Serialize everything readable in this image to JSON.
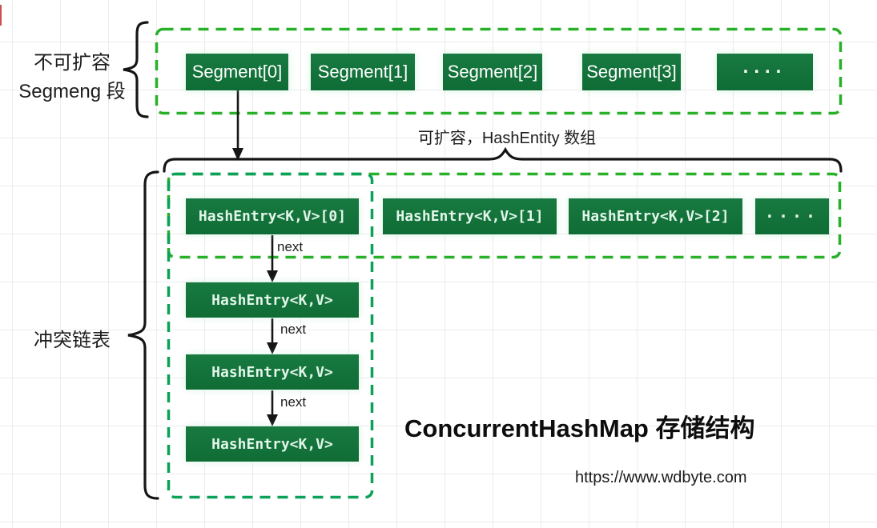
{
  "title": {
    "heading": "ConcurrentHashMap 存储结构",
    "url": "https://www.wdbyte.com"
  },
  "labels": {
    "segment_section_line1": "不可扩容",
    "segment_section_line2": "Segmeng 段",
    "hashentry_caption": "可扩容，HashEntity 数组",
    "conflict_chain": "冲突链表",
    "next": "next"
  },
  "segment_array": {
    "items": [
      "Segment[0]",
      "Segment[1]",
      "Segment[2]",
      "Segment[3]",
      "...."
    ]
  },
  "hashentry_array": {
    "items": [
      "HashEntry<K,V>[0]",
      "HashEntry<K,V>[1]",
      "HashEntry<K,V>[2]",
      "...."
    ]
  },
  "conflict_chain": {
    "items": [
      "HashEntry<K,V>",
      "HashEntry<K,V>",
      "HashEntry<K,V>"
    ]
  },
  "colors": {
    "box_green": "#12713b",
    "dash_bright_green": "#29b029",
    "dash_teal_green": "#0ba158",
    "line_black": "#161616"
  }
}
